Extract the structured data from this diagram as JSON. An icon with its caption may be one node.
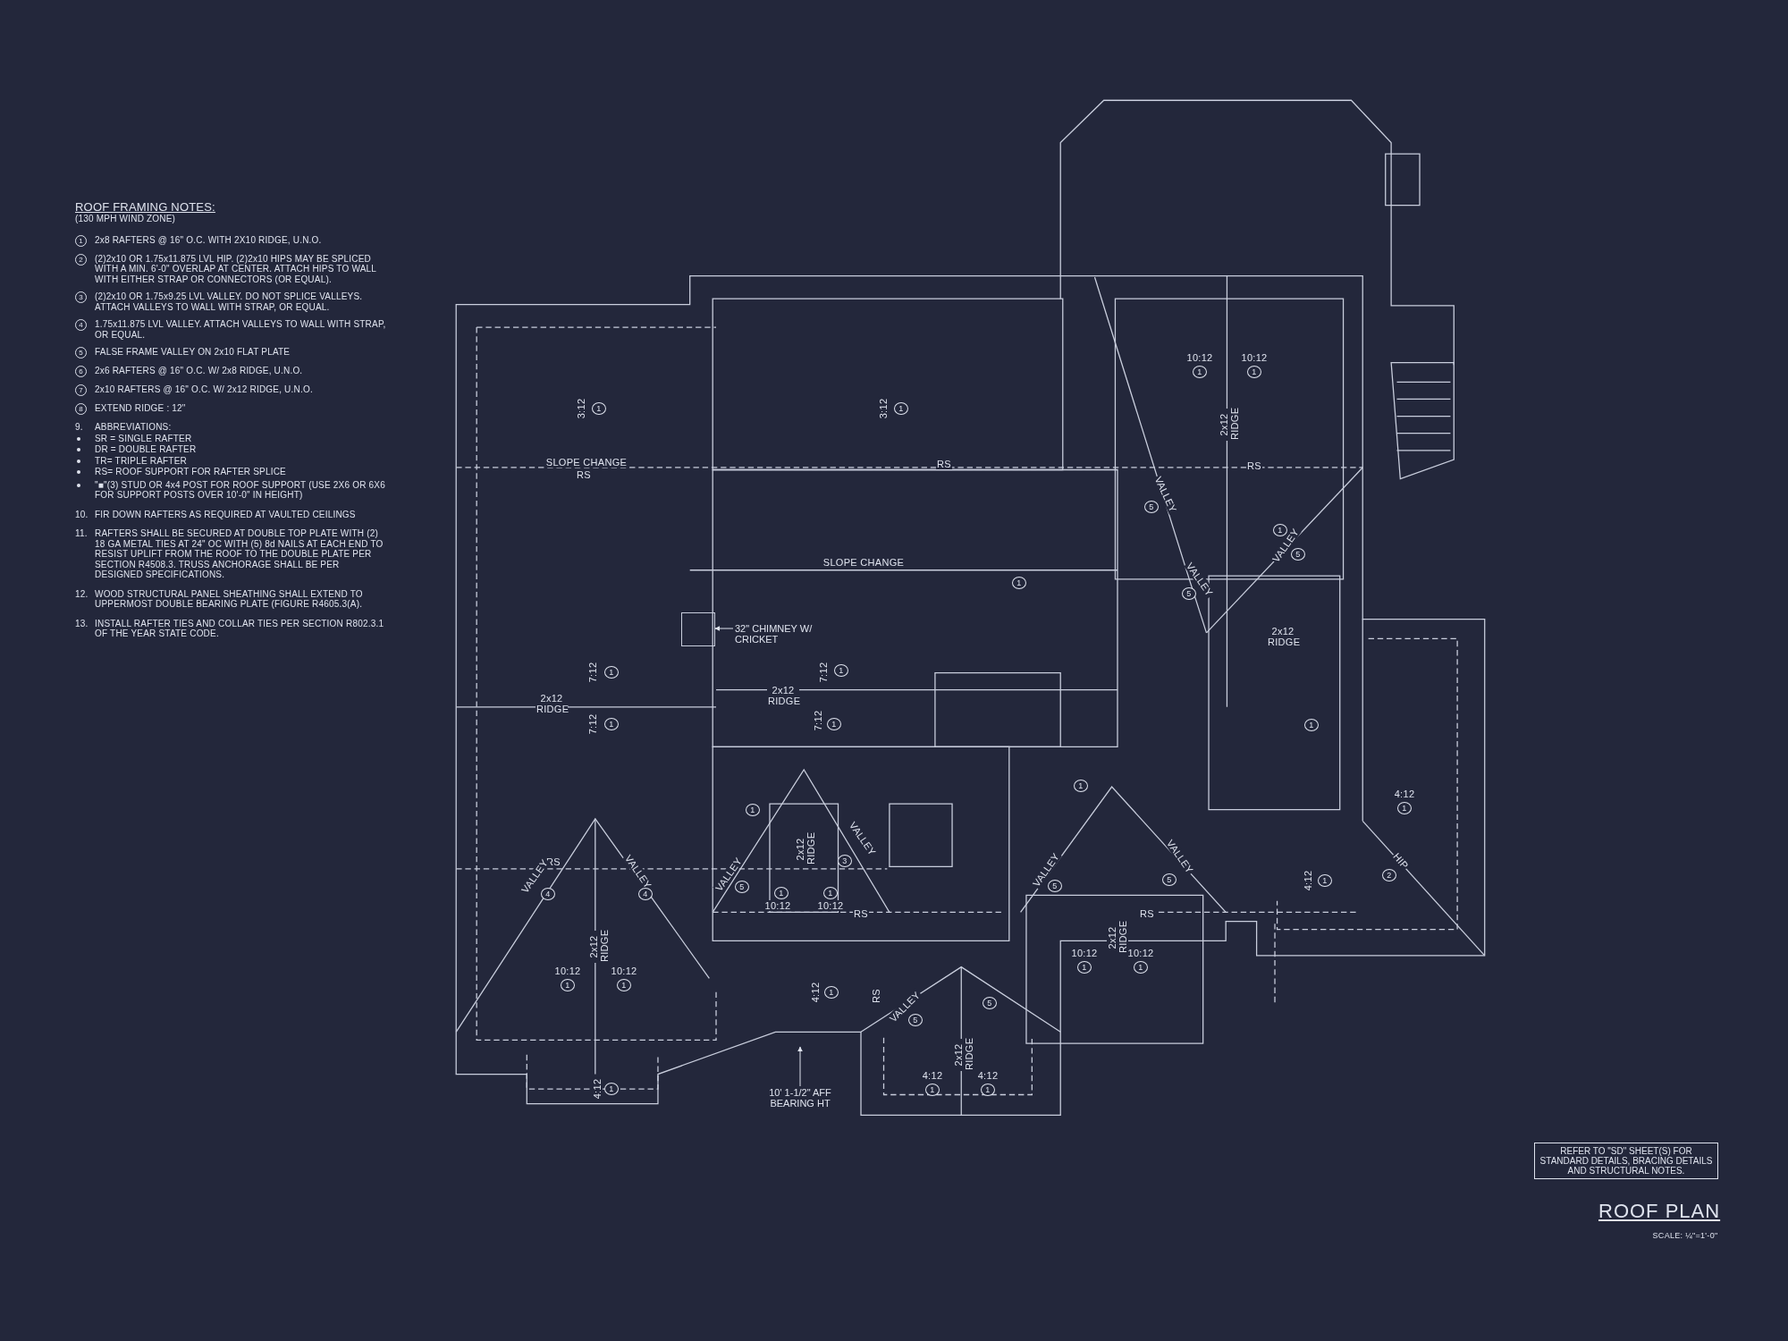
{
  "diagram": {
    "title": "ROOF PLAN",
    "nodes": [
      {
        "text": [],
        "shape": "box"
      },
      {
        "text": [
          "32\" CHIMNEY W/ CRICKET"
        ]
      },
      {
        "text": [
          "10' 1-1/2\" AFF BEARING HT"
        ]
      },
      {
        "text": [
          "REFER TO \"SD\" SHEET(S) FOR STANDARD DETAILS, BRACING DETAILS AND STRUCTURAL NOTES."
        ]
      }
    ],
    "edges": [
      {
        "from": 1,
        "to": 0,
        "arrow": "to"
      },
      {
        "from": 2,
        "to": null,
        "arrow": "to"
      }
    ],
    "labels": [
      "ROOF FRAMING NOTES:",
      "(130 MPH WIND ZONE)",
      "1",
      "2x8 RAFTERS @ 16\" O.C. WITH 2X10 RIDGE, U.N.O.",
      "2",
      "(2)2x10 OR 1.75x11.875 LVL HIP. (2)2x10 HIPS MAY BE SPLICED WITH A MIN. 6'-0\" OVERLAP AT CENTER. ATTACH HIPS TO WALL WITH EITHER STRAP OR CONNECTORS (OR EQUAL).",
      "3",
      "(2)2x10 OR 1.75x9.25 LVL VALLEY. DO NOT SPLICE VALLEYS. ATTACH VALLEYS TO WALL WITH STRAP, OR EQUAL.",
      "4",
      "1.75x11.875 LVL VALLEY. ATTACH VALLEYS TO WALL WITH STRAP, OR EQUAL.",
      "5",
      "FALSE FRAME VALLEY ON 2x10 FLAT PLATE",
      "6",
      "2x6 RAFTERS @ 16\" O.C. W/ 2x8 RIDGE, U.N.O.",
      "7",
      "2x10 RAFTERS @ 16\" O.C. W/ 2x12 RIDGE, U.N.O.",
      "8",
      "EXTEND RIDGE : 12\"",
      "9.",
      "ABBREVIATIONS:",
      "SR = SINGLE RAFTER",
      "DR = DOUBLE RAFTER",
      "TR= TRIPLE RAFTER",
      "RS= ROOF SUPPORT FOR RAFTER SPLICE",
      "\"■\"(3) STUD OR 4x4 POST FOR ROOF SUPPORT (USE 2X6 OR 6X6 FOR SUPPORT POSTS OVER 10'-0\" IN HEIGHT)",
      "10.",
      "FIR DOWN RAFTERS AS REQUIRED AT VAULTED CEILINGS",
      "11.",
      "RAFTERS SHALL BE SECURED AT DOUBLE TOP PLATE WITH (2) 18 GA METAL TIES AT 24\" OC WITH (5) 8d NAILS AT EACH END TO RESIST UPLIFT FROM THE ROOF TO THE DOUBLE PLATE PER SECTION R4508.3. TRUSS ANCHORAGE SHALL BE PER DESIGNED SPECIFICATIONS.",
      "12.",
      "WOOD STRUCTURAL PANEL SHEATHING SHALL EXTEND TO UPPERMOST DOUBLE BEARING PLATE (FIGURE R4605.3(A).",
      "13.",
      "INSTALL RAFTER TIES AND COLLAR TIES PER SECTION R802.3.1 OF THE YEAR STATE CODE.",
      "3:12",
      "1",
      "3:12",
      "1",
      "SLOPE CHANGE",
      "RS",
      "RS",
      "SLOPE CHANGE",
      "1",
      "10:12",
      "1",
      "10:12",
      "1",
      "2x12 RIDGE",
      "RS",
      "VALLEY",
      "5",
      "1",
      "VALLEY",
      "5",
      "VALLEY",
      "5",
      "2x12 RIDGE",
      "1",
      "7:12",
      "1",
      "7:12",
      "1",
      "2x12 RIDGE",
      "2x12 RIDGE",
      "7:12",
      "1",
      "7:12",
      "1",
      "1",
      "1",
      "4:12",
      "1",
      "2x12 RIDGE",
      "VALLEY",
      "3",
      "RS",
      "VALLEY",
      "4",
      "VALLEY",
      "4",
      "VALLEY",
      "5",
      "1",
      "10:12",
      "1",
      "10:12",
      "RS",
      "VALLEY",
      "5",
      "VALLEY",
      "5",
      "4:12",
      "1",
      "HIP",
      "2",
      "RS",
      "2x12 RIDGE",
      "2x12 RIDGE",
      "10:12",
      "1",
      "10:12",
      "1",
      "10:12",
      "1",
      "10:12",
      "1",
      "4:12",
      "1",
      "RS",
      "VALLEY",
      "5",
      "5",
      "2x12 RIDGE",
      "4:12",
      "1",
      "4:12",
      "1",
      "4:12",
      "1",
      "SCALE: ¼\"=1'-0\""
    ]
  }
}
